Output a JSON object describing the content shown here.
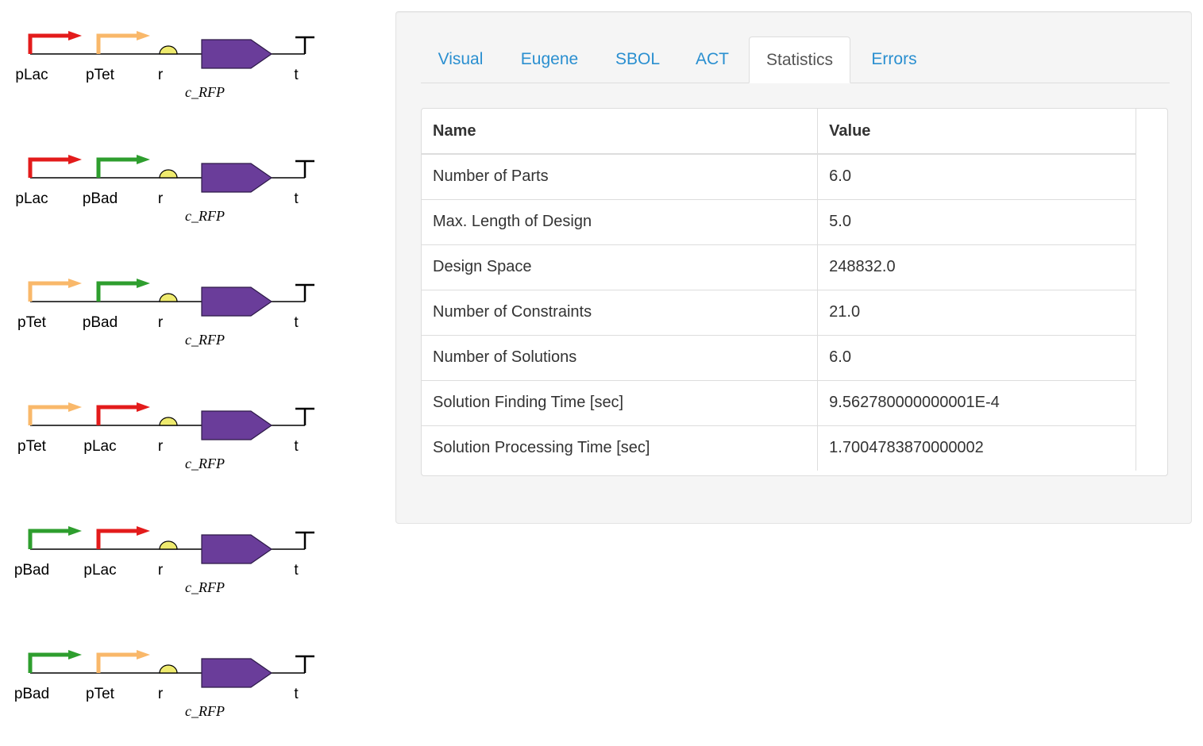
{
  "colors": {
    "pLac": "#e31b1b",
    "pTet": "#f9b86a",
    "pBad": "#2e9e2e",
    "ribosome": "#eeea6e",
    "cds": "#6a3d9a",
    "tab_link": "#2a8fd0"
  },
  "designs": [
    {
      "parts": [
        {
          "name": "pLac",
          "type": "promoter",
          "color": "pLac"
        },
        {
          "name": "pTet",
          "type": "promoter",
          "color": "pTet"
        },
        {
          "name": "r",
          "type": "rbs"
        },
        {
          "name": "c_RFP",
          "type": "cds"
        },
        {
          "name": "t",
          "type": "terminator"
        }
      ]
    },
    {
      "parts": [
        {
          "name": "pLac",
          "type": "promoter",
          "color": "pLac"
        },
        {
          "name": "pBad",
          "type": "promoter",
          "color": "pBad"
        },
        {
          "name": "r",
          "type": "rbs"
        },
        {
          "name": "c_RFP",
          "type": "cds"
        },
        {
          "name": "t",
          "type": "terminator"
        }
      ]
    },
    {
      "parts": [
        {
          "name": "pTet",
          "type": "promoter",
          "color": "pTet"
        },
        {
          "name": "pBad",
          "type": "promoter",
          "color": "pBad"
        },
        {
          "name": "r",
          "type": "rbs"
        },
        {
          "name": "c_RFP",
          "type": "cds"
        },
        {
          "name": "t",
          "type": "terminator"
        }
      ]
    },
    {
      "parts": [
        {
          "name": "pTet",
          "type": "promoter",
          "color": "pTet"
        },
        {
          "name": "pLac",
          "type": "promoter",
          "color": "pLac"
        },
        {
          "name": "r",
          "type": "rbs"
        },
        {
          "name": "c_RFP",
          "type": "cds"
        },
        {
          "name": "t",
          "type": "terminator"
        }
      ]
    },
    {
      "parts": [
        {
          "name": "pBad",
          "type": "promoter",
          "color": "pBad"
        },
        {
          "name": "pLac",
          "type": "promoter",
          "color": "pLac"
        },
        {
          "name": "r",
          "type": "rbs"
        },
        {
          "name": "c_RFP",
          "type": "cds"
        },
        {
          "name": "t",
          "type": "terminator"
        }
      ]
    },
    {
      "parts": [
        {
          "name": "pBad",
          "type": "promoter",
          "color": "pBad"
        },
        {
          "name": "pTet",
          "type": "promoter",
          "color": "pTet"
        },
        {
          "name": "r",
          "type": "rbs"
        },
        {
          "name": "c_RFP",
          "type": "cds"
        },
        {
          "name": "t",
          "type": "terminator"
        }
      ]
    }
  ],
  "tabs": [
    {
      "label": "Visual",
      "active": false
    },
    {
      "label": "Eugene",
      "active": false
    },
    {
      "label": "SBOL",
      "active": false
    },
    {
      "label": "ACT",
      "active": false
    },
    {
      "label": "Statistics",
      "active": true
    },
    {
      "label": "Errors",
      "active": false
    }
  ],
  "stats": {
    "headers": {
      "name": "Name",
      "value": "Value"
    },
    "rows": [
      {
        "name": "Number of Parts",
        "value": "6.0"
      },
      {
        "name": "Max. Length of Design",
        "value": "5.0"
      },
      {
        "name": "Design Space",
        "value": "248832.0"
      },
      {
        "name": "Number of Constraints",
        "value": "21.0"
      },
      {
        "name": "Number of Solutions",
        "value": "6.0"
      },
      {
        "name": "Solution Finding Time [sec]",
        "value": "9.562780000000001E-4"
      },
      {
        "name": "Solution Processing Time [sec]",
        "value": "1.7004783870000002"
      }
    ]
  }
}
